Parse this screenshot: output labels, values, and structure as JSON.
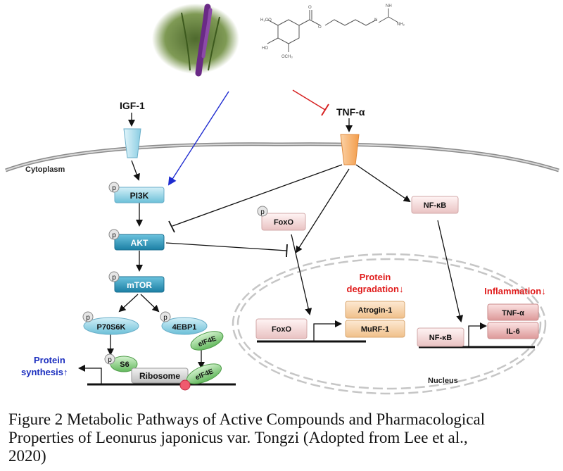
{
  "inputs": {
    "igf1": "IGF-1",
    "tnfa": "TNF-α"
  },
  "compartments": {
    "cytoplasm": "Cytoplasm",
    "nucleus": "Nucleus"
  },
  "phospho_marker": "p",
  "nodes": {
    "pi3k": "PI3K",
    "akt": "AKT",
    "mtor": "mTOR",
    "p70s6k": "P70S6K",
    "ebp1": "4EBP1",
    "eif4e": "eIF4E",
    "s6": "S6",
    "ribosome": "Ribosome",
    "foxo": "FoxO",
    "nfkb": "NF-κB",
    "atrogin": "Atrogin-1",
    "murf": "MuRF-1",
    "tnf_out": "TNF-α",
    "il6": "IL-6"
  },
  "outcomes": {
    "protein_synthesis_line1": "Protein",
    "protein_synthesis_line2": "synthesis↑",
    "protein_degradation_line1": "Protein",
    "protein_degradation_line2": "degradation↓",
    "inflammation": "Inflammation↓"
  },
  "caption": {
    "line1": "Figure 2 Metabolic Pathways of Active Compounds and Pharmacological",
    "line2": "Properties of Leonurus japonicus var. Tongzi (Adopted from Lee et al.,",
    "line3": "2020)"
  },
  "colors": {
    "blue_box": "#8fcfe0",
    "dark_box": "#2a8fb0",
    "pink_box": "#f4d6d6",
    "peach_box": "#f6d3a8",
    "green_box": "#8fd08a",
    "red_text": "#e01b1b",
    "blue_text": "#1c2fbf",
    "agonist_arrow": "#1e2bd0",
    "inhibitor": "#d62020"
  }
}
